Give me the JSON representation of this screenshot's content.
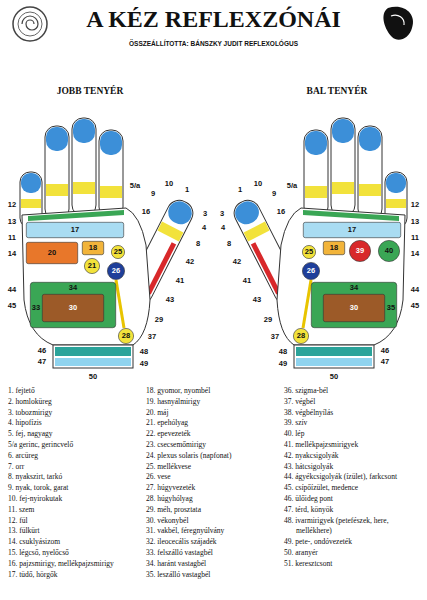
{
  "diagram": {
    "title": "A KÉZ REFLEXZÓNÁI",
    "nodes": [
      {
        "text": [
          "17"
        ]
      },
      {
        "text": [
          "20"
        ]
      },
      {
        "text": [
          "18"
        ]
      },
      {
        "text": [
          "25"
        ]
      },
      {
        "text": [
          "21"
        ]
      },
      {
        "text": [
          "26"
        ]
      },
      {
        "text": [
          "34",
          "33"
        ]
      },
      {
        "text": [
          "30"
        ],
        "in": 6
      },
      {
        "text": [
          "28"
        ]
      },
      {
        "text": [
          "17"
        ]
      },
      {
        "text": [
          "40"
        ]
      },
      {
        "text": [
          "39"
        ]
      },
      {
        "text": [
          "18"
        ]
      },
      {
        "text": [
          "25"
        ]
      },
      {
        "text": [
          "26"
        ]
      },
      {
        "text": [
          "34",
          "35"
        ]
      },
      {
        "text": [
          "30"
        ],
        "in": 15
      },
      {
        "text": [
          "28"
        ]
      }
    ],
    "labels": [
      "ÖSSZEÁLLÍTOTTA: BÁNSZKY JUDIT REFLEXOLÓGUS",
      "JOBB TENYÉR",
      "BAL TENYÉR",
      "12",
      "13",
      "11",
      "14",
      "44",
      "45",
      "5/a",
      "9",
      "10",
      "1",
      "16",
      "3",
      "4",
      "8",
      "42",
      "41",
      "43",
      "29",
      "37",
      "48",
      "49",
      "46",
      "47",
      "50",
      "12",
      "13",
      "11",
      "14",
      "44",
      "45",
      "5/a",
      "9",
      "10",
      "1",
      "16",
      "3",
      "4",
      "8",
      "42",
      "41",
      "43",
      "29",
      "37",
      "48",
      "49",
      "46",
      "47",
      "50",
      "1. fejtető",
      "2. homloküreg",
      "3. tobozmirigy",
      "4. hipofízis",
      "5. fej, nagyagy",
      "5/a gerinc, gerincvelő",
      "6. arcüreg",
      "7. orr",
      "8. nyakszirt, tarkó",
      "9. nyak, torok, garat",
      "10. fej-nyirokutak",
      "11. szem",
      "12. fül",
      "13. fülkürt",
      "14. csuklyásizom",
      "15. légcső, nyelőcső",
      "16. pajzsmirigy, mellékpajzsmirigy",
      "17. tüdő, hörgők",
      "18. gyomor, nyombél",
      "19. hasnyálmirigy",
      "20. máj",
      "21. epehólyag",
      "22. epevezeték",
      "23. csecsemőmirigy",
      "24. plexus solaris (napfonat)",
      "25. mellékvese",
      "26. vese",
      "27. húgyvezeték",
      "28. húgyhólyag",
      "29. méh, prosztata",
      "30. vékonybél",
      "31. vakbél, féregnyúlvány",
      "32. ileocecális szájadék",
      "33. felszálló vastagbél",
      "34. haránt vastagbél",
      "35. leszálló vastagbél",
      "36. szigma-bél",
      "37. végbél",
      "38. végbélnyílás",
      "39. szív",
      "40. lép",
      "41. mellékpajzsmirigyek",
      "42. nyakcsigolyák",
      "43. hátcsigolyák",
      "44. ágyékcsigolyák (ízület), farkcsont",
      "45. csípőízület, medence",
      "46. ülőideg pont",
      "47. térd, könyök",
      "48. ivarmirigyek (petefészek, here, mellékhere)",
      "49. pete-, ondóvezeték",
      "50. aranyér",
      "51. keresztcsont"
    ]
  }
}
